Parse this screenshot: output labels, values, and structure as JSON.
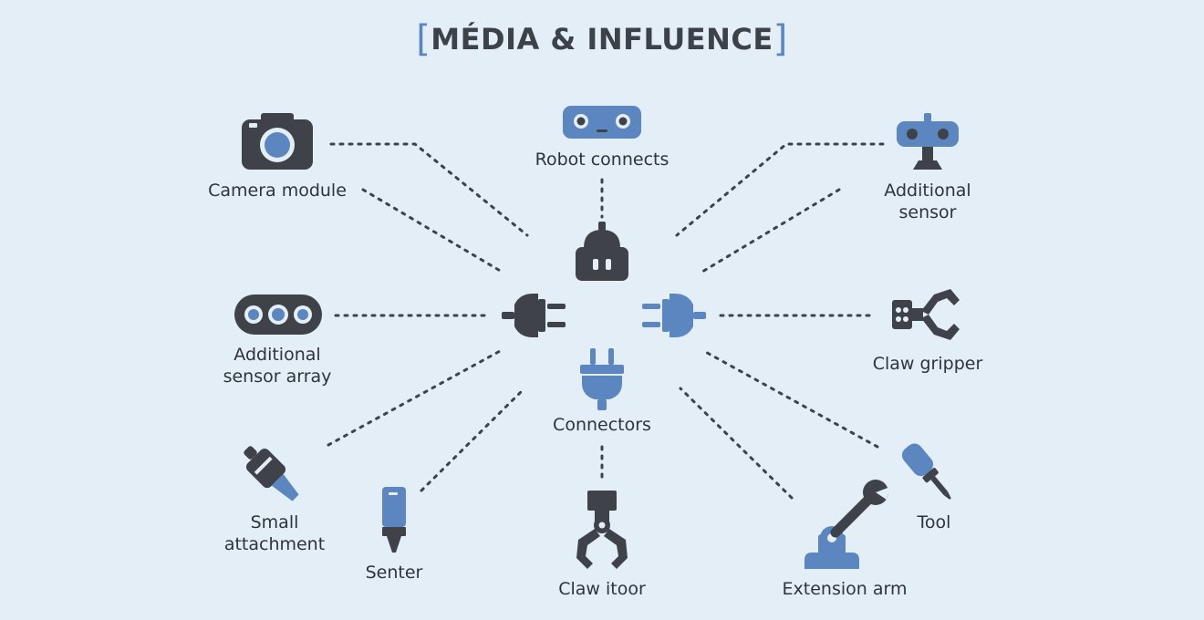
{
  "title": "MÉDIA & INFLUENCE",
  "colors": {
    "background": "#e3eef7",
    "dark": "#3f4349",
    "blue": "#5b86c0",
    "text": "#2f333a"
  },
  "nodes": [
    {
      "id": "camera",
      "icon": "camera-icon",
      "lines": [
        "Camera module"
      ]
    },
    {
      "id": "robot",
      "icon": "robot-head-icon",
      "lines": [
        "Robot connects"
      ]
    },
    {
      "id": "sensor",
      "icon": "sensor-icon",
      "lines": [
        "Additional",
        "sensor"
      ]
    },
    {
      "id": "array",
      "icon": "sensor-array-icon",
      "lines": [
        "Additional",
        "sensor array"
      ]
    },
    {
      "id": "gripper",
      "icon": "claw-gripper-icon",
      "lines": [
        "Claw gripper"
      ]
    },
    {
      "id": "connectors",
      "icon": "plug-icon",
      "lines": [
        "Connectors"
      ]
    },
    {
      "id": "small",
      "icon": "small-attachment-icon",
      "lines": [
        "Small",
        "attachment"
      ]
    },
    {
      "id": "senter",
      "icon": "probe-icon",
      "lines": [
        "Senter"
      ]
    },
    {
      "id": "clawitoor",
      "icon": "claw-icon",
      "lines": [
        "Claw itoor"
      ]
    },
    {
      "id": "extension",
      "icon": "wrench-arm-icon",
      "lines": [
        "Extension arm"
      ]
    },
    {
      "id": "tool",
      "icon": "screwdriver-icon",
      "lines": [
        "Tool"
      ]
    }
  ]
}
